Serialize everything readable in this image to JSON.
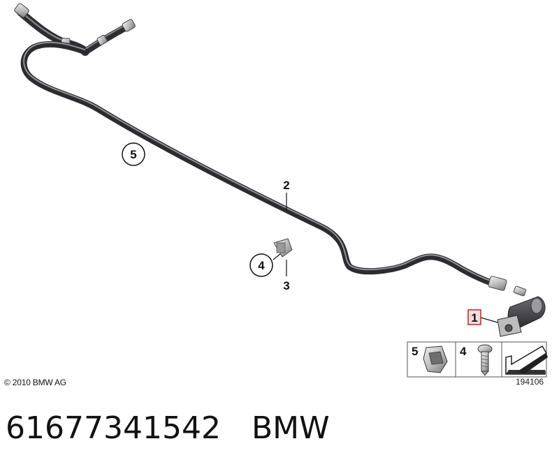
{
  "callouts": {
    "c1": "1",
    "c2": "2",
    "c3": "3",
    "c4": "4",
    "c5": "5"
  },
  "legend": {
    "cell1": "5",
    "cell2": "4"
  },
  "copyright": "© 2010 BMW AG",
  "image_number": "194106",
  "caption": {
    "part_number": "61677341542",
    "brand": "BMW"
  },
  "colors": {
    "hose": "#3a3a3e",
    "hose_highlight": "#8a8a90",
    "highlight_box": "#d21f1f"
  }
}
